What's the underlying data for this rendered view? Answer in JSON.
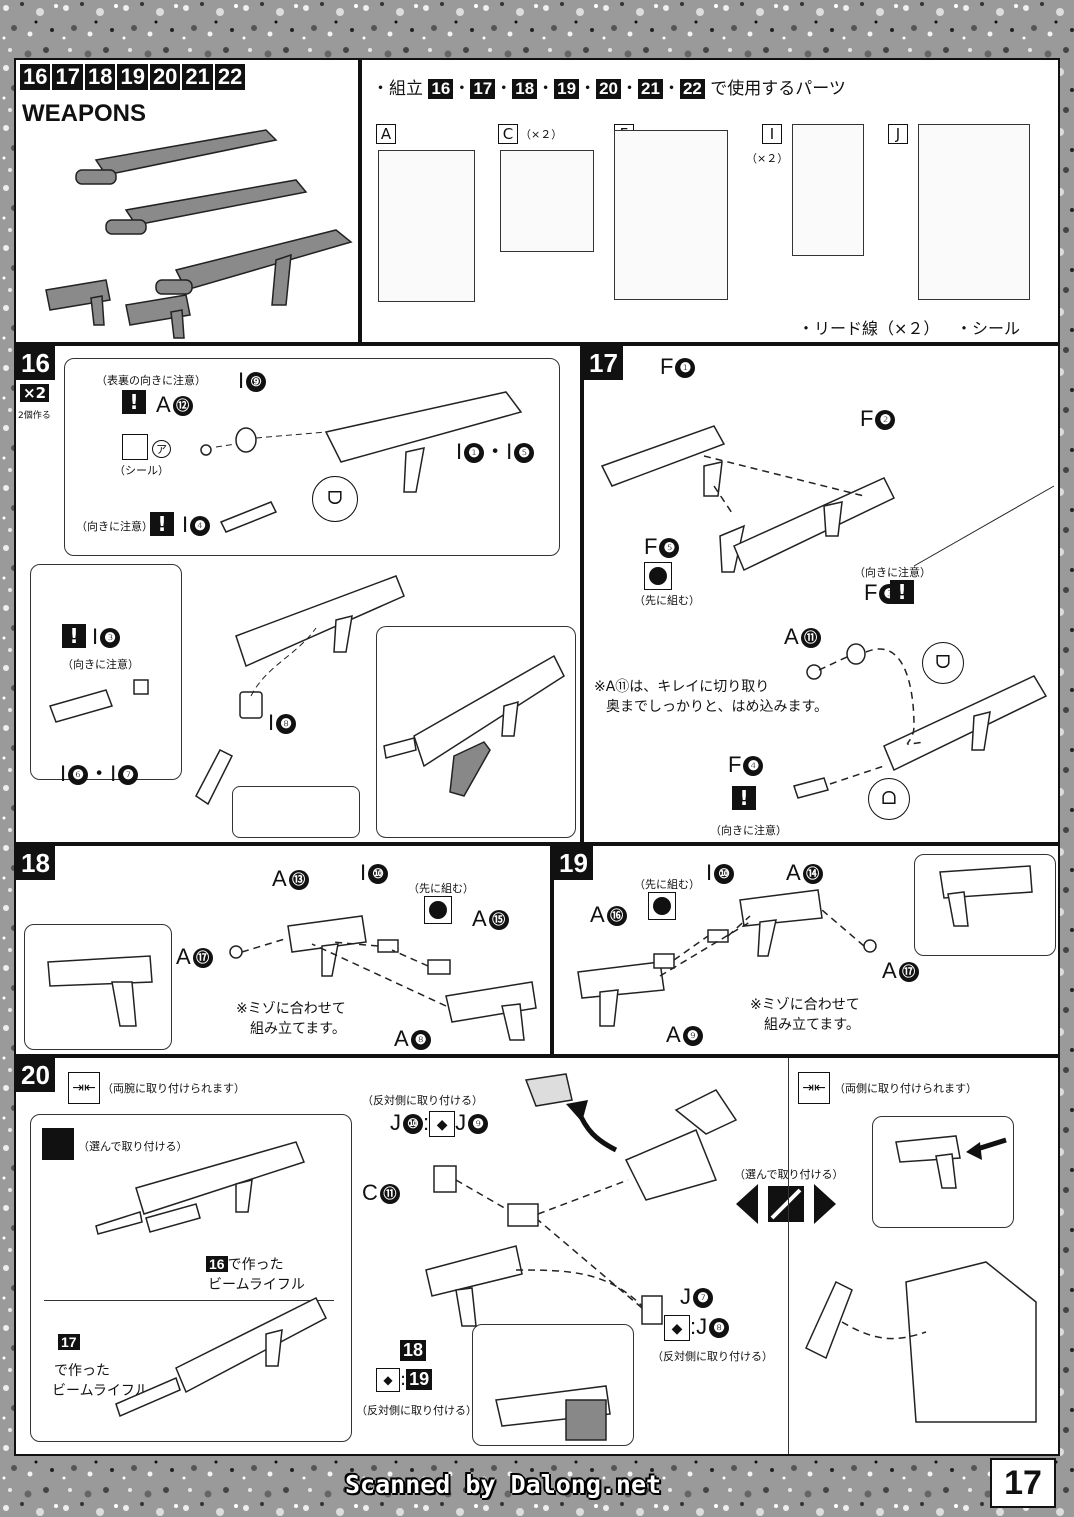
{
  "header": {
    "step_numbers": [
      "16",
      "17",
      "18",
      "19",
      "20",
      "21",
      "22"
    ],
    "section_title": "WEAPONS",
    "parts_used_prefix": "・組立",
    "parts_used_suffix": "で使用するパーツ",
    "runners": [
      {
        "label": "A",
        "qty": ""
      },
      {
        "label": "C",
        "qty": "（×２）"
      },
      {
        "label": "F",
        "qty": ""
      },
      {
        "label": "I",
        "qty": "（×２）"
      },
      {
        "label": "J",
        "qty": ""
      }
    ],
    "extras": [
      "・リード線（×２）",
      "・シール"
    ]
  },
  "step16": {
    "num": "16",
    "multiplier": "×2",
    "multiplier_note": "2個作る",
    "note_front_back": "（表裏の向きに注意）",
    "note_direction": "（向きに注意）",
    "sticker_label": "（シール）",
    "sticker_mark": "ア",
    "parts": {
      "a12": "A",
      "i9": "I",
      "i1i5": "I",
      "i4": "I",
      "i3": "I",
      "i6i7": "I",
      "i8": "I"
    }
  },
  "step17": {
    "num": "17",
    "note_first": "（先に組む）",
    "note_direction": "（向きに注意）",
    "note_direction2": "（向きに注意）",
    "note_line1": "※A⑪は、キレイに切り取り",
    "note_line2": "奥までしっかりと、はめ込みます。"
  },
  "step18": {
    "num": "18",
    "note_first": "（先に組む）",
    "note_line1": "※ミゾに合わせて",
    "note_line2": "組み立てます。"
  },
  "step19": {
    "num": "19",
    "note_first": "（先に組む）",
    "note_line1": "※ミゾに合わせて",
    "note_line2": "組み立てます。"
  },
  "step20": {
    "num": "20",
    "both_arms": "（両腕に取り付けられます）",
    "choose": "（選んで取り付ける）",
    "from16_line1": "で作った",
    "from16_line2": "ビームライフル",
    "ref16": "16",
    "ref17": "17",
    "from17_line1": "で作った",
    "from17_line2": "ビームライフル",
    "opposite": "（反対側に取り付ける）",
    "opposite2": "（反対側に取り付ける）",
    "opposite3": "（反対側に取り付ける）",
    "ref18": "18",
    "ref19": "19",
    "choose2": "（選んで取り付ける）",
    "both_sides": "（両側に取り付けられます）"
  },
  "footer": {
    "scanner": "Scanned by Dalong.net",
    "page": "17"
  }
}
